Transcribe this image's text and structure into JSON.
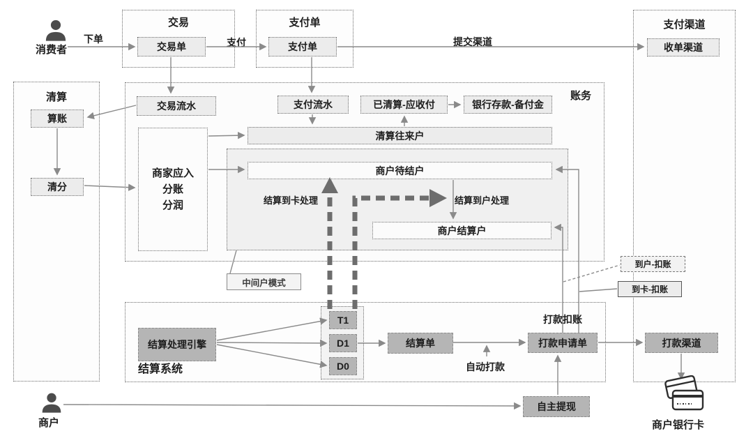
{
  "diagram": {
    "actors": {
      "consumer": "消费者",
      "merchant": "商户",
      "merchant_bank_card": "商户银行卡"
    },
    "containers": {
      "trade": "交易",
      "payment_order": "支付单",
      "payment_channel": "支付渠道",
      "clearing": "清算",
      "accounting": "账务",
      "settlement_system": "结算系统"
    },
    "nodes": {
      "trade_order": "交易单",
      "payment_order": "支付单",
      "acquiring_channel": "收单渠道",
      "reckoning": "算账",
      "clearing_split": "清分",
      "trade_flow": "交易流水",
      "payment_flow": "支付流水",
      "cleared_receivable": "已清算-应收付",
      "bank_deposit_reserve": "银行存款-备付金",
      "clearing_current_account": "清算往来户",
      "merchant_receivable": "商家应入\n分账\n分润",
      "merchant_pending_account": "商户待结户",
      "merchant_settle_account": "商户结算户",
      "middle_account_mode": "中间户模式",
      "settle_engine": "结算处理引擎",
      "t1": "T1",
      "d1": "D1",
      "d0": "D0",
      "settle_order": "结算单",
      "payout_request": "打款申请单",
      "payout_channel": "打款渠道",
      "self_withdraw": "自主提现",
      "to_account_deduct": "到户-扣账",
      "to_card_deduct": "到卡-扣账"
    },
    "edge_labels": {
      "place_order": "下单",
      "pay": "支付",
      "submit_channel": "提交渠道",
      "settle_to_card": "结算到卡处理",
      "settle_to_account": "结算到户处理",
      "payout_deduct": "打款扣账",
      "auto_payout": "自动打款"
    },
    "colors": {
      "node_fill": "#ececec",
      "gray_fill": "#b5b5b5",
      "thin_line": "#8a8a8a",
      "thick_dash": "#6d6d6d",
      "text": "#1d1d1d"
    }
  }
}
